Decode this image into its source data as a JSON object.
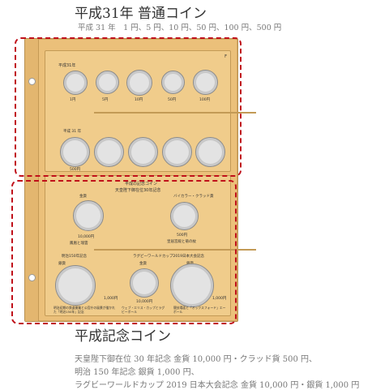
{
  "title": "平成31年 普通コイン",
  "subtitle": "平成 31 年　1 円、5 円、10 円、50 円、100 円、500 円",
  "album": {
    "corner_letter": "F",
    "top_label": "平成31年",
    "small_coins": [
      "1円",
      "5円",
      "10円",
      "50円",
      "100円"
    ],
    "row2_label": "平成 31 年",
    "coin_500": "500円",
    "commemorative_title": "平成の記念コイン",
    "commemorative_subtitle": "天皇陛下御在位30年記念",
    "gold_label": "金貨",
    "bicolor_label": "バイカラー・クラッド貨",
    "gold_value": "10,000円",
    "gold_name": "鳳凰と瑞雲",
    "bicolor_value": "500円",
    "bicolor_name": "皇居宮殿と菊の紋",
    "meiji_title": "明治150年記念",
    "meiji_silver": "銀貨",
    "meiji_value": "1,000円",
    "meiji_note": "明治初期の鉄道開業と公官庁の風景が描かれた「明治150年」記念",
    "rugby_title": "ラグビーワールドカップ2019日本大会記念",
    "rugby_gold": "金貨",
    "rugby_gold_value": "10,000円",
    "rugby_silver": "銀貨",
    "rugby_silver_value": "1,000円",
    "rugby_gold_note": "ウェブ・エリス・カップとラグビーボール",
    "rugby_silver_note": "競技場面と「オックスフォード」エーボール"
  },
  "title2": "平成記念コイン",
  "desc_lines": [
    "天皇陛下御在位 30 年記念 金貨 10,000 円・クラッド貨 500 円、",
    "明治 150 年記念 銀貨 1,000 円、",
    "ラグビーワールドカップ 2019 日本大会記念 金貨 10,000 円・銀貨 1,000 円"
  ],
  "colors": {
    "album": "#ebc07a",
    "dash": "#c0101a"
  }
}
